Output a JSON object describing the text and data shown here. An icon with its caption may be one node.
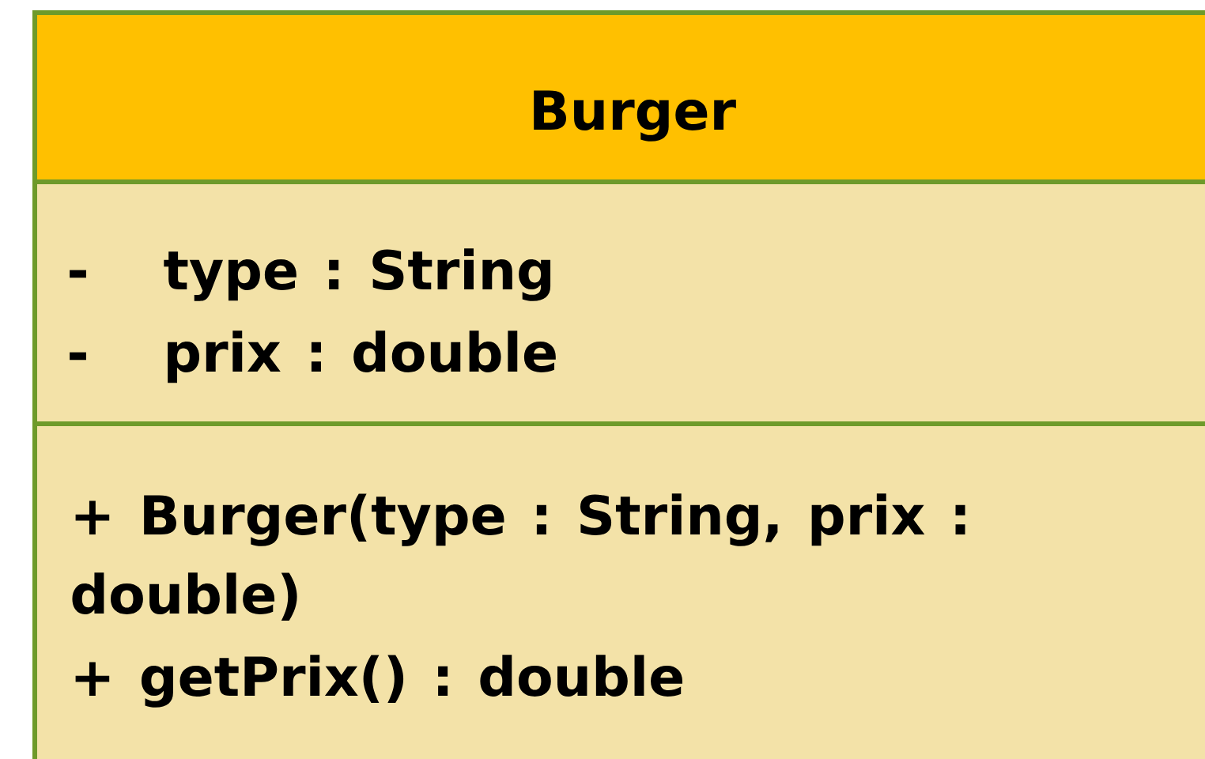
{
  "diagram": {
    "nodes": [
      {
        "text": [
          "Burger"
        ]
      },
      {
        "text": [
          "-",
          "type : String",
          "-",
          "prix : double"
        ]
      },
      {
        "text": [
          "+ Burger(type : String, prix : double)",
          "+ getPrix() : double"
        ]
      }
    ]
  }
}
